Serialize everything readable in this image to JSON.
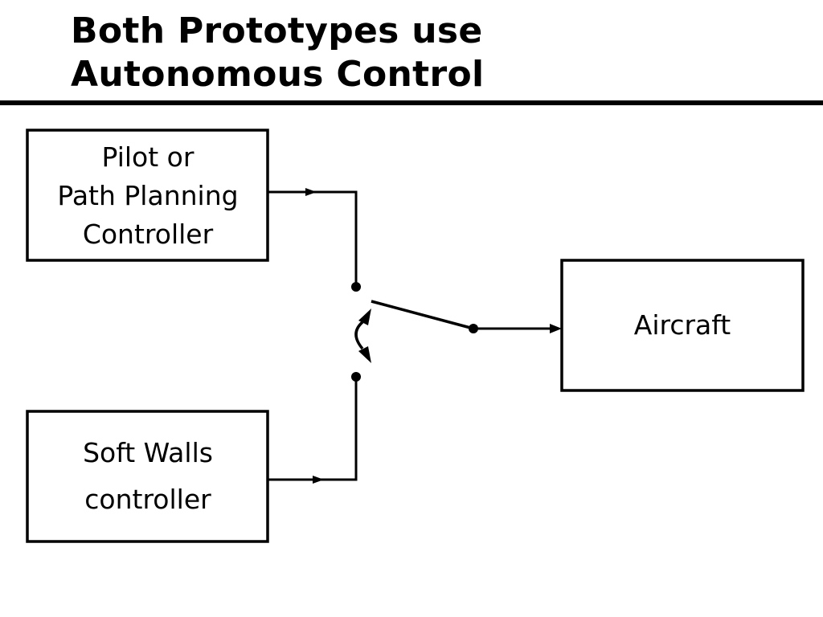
{
  "title": {
    "line1": "Both Prototypes use",
    "line2": "Autonomous Control"
  },
  "diagram": {
    "pilot_box": {
      "line1": "Pilot or",
      "line2": "Path Planning",
      "line3": "Controller"
    },
    "soft_walls_box": {
      "line1": "Soft Walls",
      "line2": "controller"
    },
    "aircraft_box": {
      "label": "Aircraft"
    },
    "colors": {
      "stroke": "#000000",
      "background": "#ffffff"
    }
  }
}
